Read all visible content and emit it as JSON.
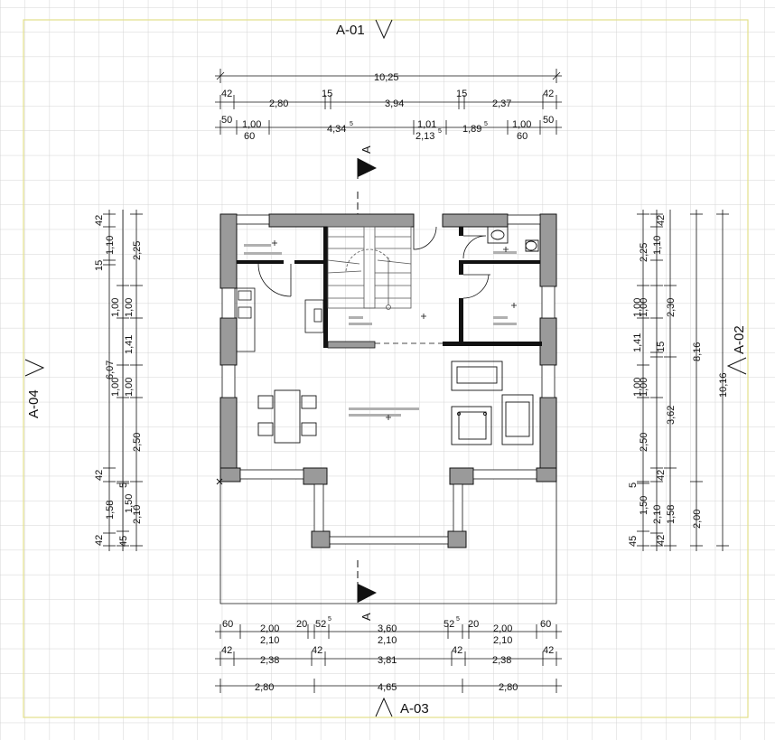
{
  "colors": {
    "grid": "#d4d4d4",
    "border": "#e3e08a",
    "wall_fill": "#9a9a9a",
    "line": "#111111",
    "label_bar": "#b0b0b0"
  },
  "section_markers": {
    "top": "A-01",
    "right": "A-02",
    "bottom": "A-03",
    "left": "A-04",
    "cut_top": "A",
    "cut_bottom": "A"
  },
  "dimensions": {
    "top": {
      "row1": [
        "10,25"
      ],
      "row2": [
        "42",
        "2,80",
        "15",
        "3,94",
        "15",
        "2,37",
        "42"
      ],
      "row3_upper": [
        "50",
        "1,00",
        "4,34",
        "1,01",
        "1,89",
        "1,00",
        "50"
      ],
      "row3_upper_sup": [
        "5",
        "5"
      ],
      "row3_lower": [
        "60",
        "2,13",
        "60"
      ],
      "row3_lower_sup": [
        "5"
      ]
    },
    "bottom": {
      "row1_upper": [
        "60",
        "2,00",
        "20",
        "52",
        "3,60",
        "52",
        "20",
        "2,00",
        "60"
      ],
      "row1_upper_sup": [
        "5",
        "5"
      ],
      "row1_lower": [
        "2,10",
        "2,10",
        "2,10"
      ],
      "row2": [
        "42",
        "2,38",
        "42",
        "3,81",
        "42",
        "2,38",
        "42"
      ],
      "row3": [
        "2,80",
        "4,65",
        "2,80"
      ]
    },
    "left": {
      "col1": [
        "42",
        "1,10",
        "15",
        "6,07",
        "42",
        "1,58",
        "42"
      ],
      "col2": [
        "1,00",
        "1,41",
        "1,00",
        "5",
        "1,50",
        "45"
      ],
      "col3": [
        "2,25",
        "1,00",
        "1,00",
        "2,50",
        "2,10"
      ]
    },
    "right": {
      "col1": [
        "2,25",
        "1,00",
        "1,00",
        "2,50",
        "5",
        "1,50",
        "45"
      ],
      "col2": [
        "42",
        "1,10",
        "1,00",
        "1,41",
        "15",
        "1,00",
        "42",
        "2,10",
        "42"
      ],
      "col3": [
        "2,30",
        "3,62",
        "1,58"
      ],
      "col4": [
        "8,16",
        "2,00"
      ],
      "col5": [
        "10,16"
      ]
    }
  }
}
